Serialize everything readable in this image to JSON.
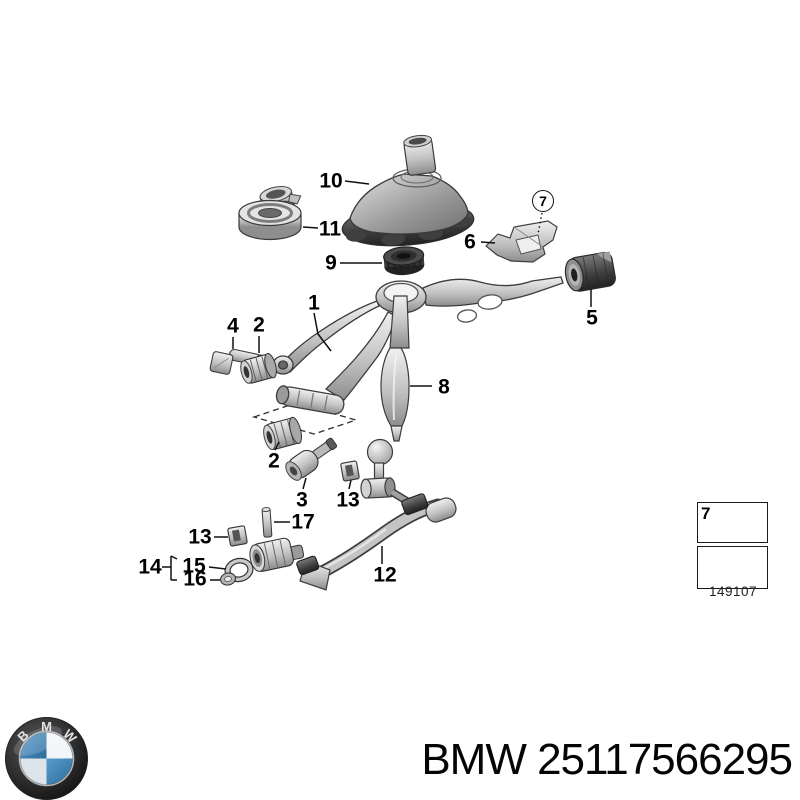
{
  "diagram": {
    "labels": {
      "l1": "1",
      "l2_upper": "2",
      "l2_lower": "2",
      "l3": "3",
      "l4": "4",
      "l5": "5",
      "l6": "6",
      "l7": "7",
      "l8": "8",
      "l9": "9",
      "l10": "10",
      "l11": "11",
      "l12": "12",
      "l13_left": "13",
      "l13_mid": "13",
      "l14": "14",
      "l15": "15",
      "l16": "16",
      "l17": "17"
    }
  },
  "legend": {
    "item_number": "7",
    "figure_number": "149107"
  },
  "footer": {
    "part_text": "BMW 25117566295",
    "logo": {
      "b": "B",
      "m": "M",
      "w": "W"
    }
  }
}
